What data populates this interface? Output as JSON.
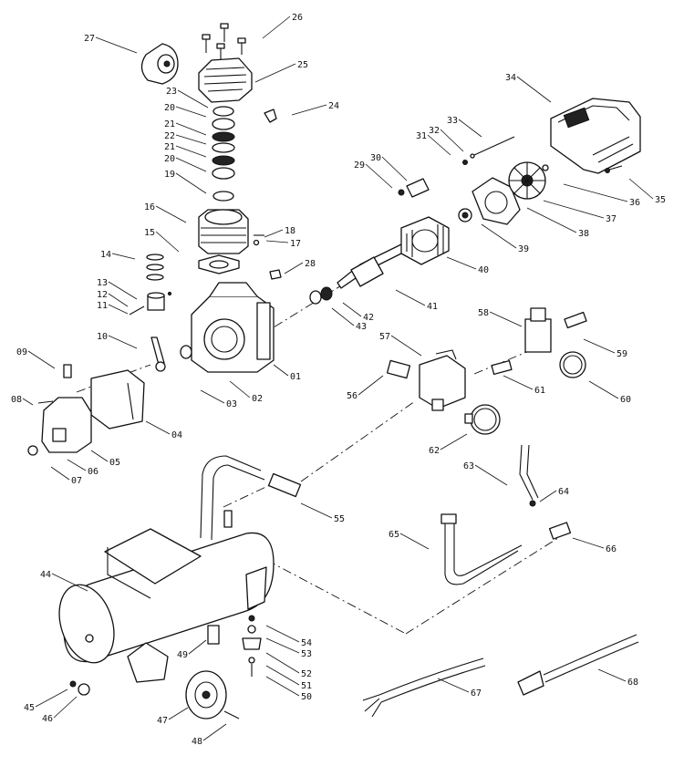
{
  "diagram": {
    "labels": [
      "01",
      "02",
      "03",
      "04",
      "05",
      "06",
      "07",
      "08",
      "09",
      "10",
      "11",
      "12",
      "13",
      "14",
      "15",
      "16",
      "17",
      "18",
      "19",
      "20",
      "20",
      "21",
      "21",
      "22",
      "23",
      "24",
      "25",
      "26",
      "27",
      "28",
      "29",
      "30",
      "31",
      "32",
      "33",
      "34",
      "35",
      "36",
      "37",
      "38",
      "39",
      "40",
      "41",
      "42",
      "43",
      "44",
      "45",
      "46",
      "47",
      "48",
      "49",
      "50",
      "51",
      "52",
      "53",
      "54",
      "55",
      "56",
      "57",
      "58",
      "59",
      "60",
      "61",
      "62",
      "63",
      "64",
      "65",
      "66",
      "67",
      "68"
    ]
  }
}
